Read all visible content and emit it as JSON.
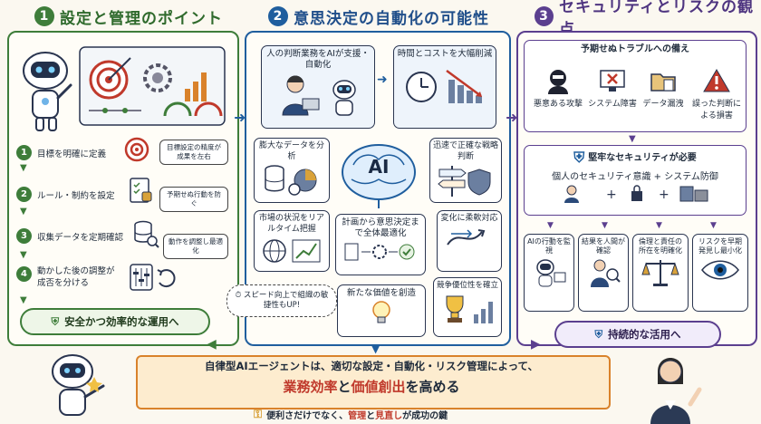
{
  "col1": {
    "title": "設定と管理のポイント",
    "num": "1",
    "steps": [
      {
        "n": "1",
        "label": "目標を明確に定義",
        "note": "目標設定の精度が成果を左右"
      },
      {
        "n": "2",
        "label": "ルール・制約を設定",
        "note": "予期せぬ行動を防ぐ"
      },
      {
        "n": "3",
        "label": "収集データを定期確認",
        "note": "動作を調整し最適化"
      },
      {
        "n": "4",
        "label": "動かした後の調整が成否を分ける",
        "note": ""
      }
    ],
    "result": "安全かつ効率的な運用へ"
  },
  "col2": {
    "title": "意思決定の自動化の可能性",
    "num": "2",
    "top_left": "人の判断業務をAIが支援・自動化",
    "top_right": "時間とコストを大幅削減",
    "center": "AI",
    "left1": "膨大なデータを分析",
    "right1": "迅速で正確な戦略判断",
    "left2": "市場の状況をリアルタイム把握",
    "mid": "計画から意思決定まで全体最適化",
    "right2": "変化に柔軟対応",
    "speed": "スピード向上で組織の敏捷性もUP!",
    "value": "新たな価値を創造",
    "compete": "競争優位性を確立"
  },
  "col3": {
    "title": "セキュリティとリスクの観点",
    "num": "3",
    "prepare": "予期せぬトラブルへの備え",
    "risks": [
      "悪意ある攻撃",
      "システム障害",
      "データ漏洩",
      "誤った判断による損害"
    ],
    "need": "堅牢なセキュリティが必要",
    "combo": "個人のセキュリティ意識 + システム防御",
    "measures": [
      "AIの行動を監視",
      "結果を人間が確認",
      "倫理と責任の所在を明確化",
      "リスクを早期発見し最小化"
    ],
    "result": "持続的な活用へ"
  },
  "bottom": {
    "line1": "自律型AIエージェントは、適切な設定・自動化・リスク管理によって、",
    "line2a": "業務効率",
    "line2b": "と",
    "line2c": "価値創出",
    "line2d": "を高める",
    "key_a": "便利さだけでなく、",
    "key_b": "管理",
    "key_c": "と",
    "key_d": "見直し",
    "key_e": "が成功の鍵"
  },
  "colors": {
    "green": "#3e7d3a",
    "blue": "#1f5e9e",
    "purple": "#5b3f8f",
    "orange": "#d9822b",
    "red": "#c0392b"
  }
}
